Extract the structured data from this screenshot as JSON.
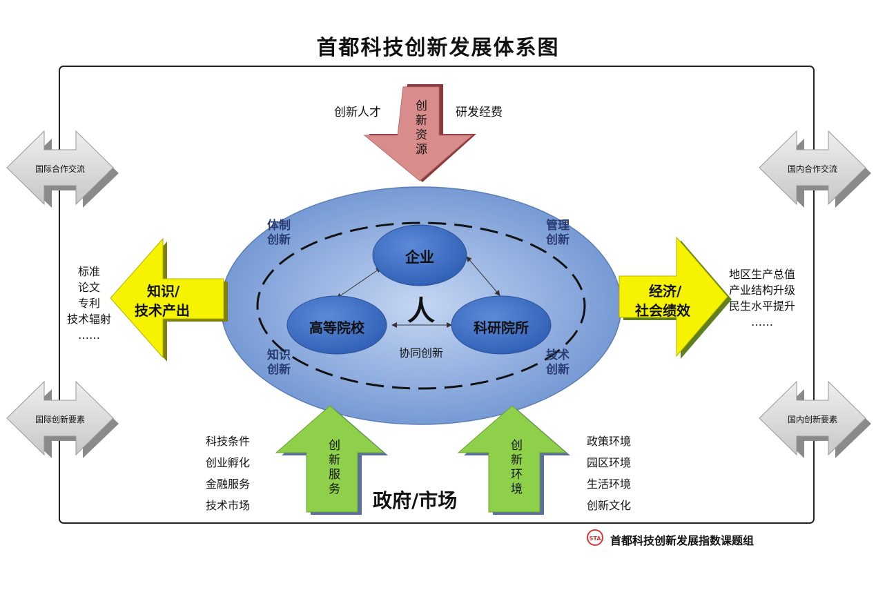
{
  "title": "首都科技创新发展体系图",
  "top_arrow": {
    "label": "创新资源",
    "left": "创新人才",
    "right": "研发经费"
  },
  "left_arrow": {
    "label_1": "知识/",
    "label_2": "技术产出",
    "items": [
      "标准",
      "论文",
      "专利",
      "技术辐射",
      "……"
    ]
  },
  "right_arrow": {
    "label_1": "经济/",
    "label_2": "社会绩效",
    "items": [
      "地区生产总值",
      "产业结构升级",
      "民生水平提升",
      "……"
    ]
  },
  "bottom_left_arrow": {
    "label": "创新服务",
    "items": [
      "科技条件",
      "创业孵化",
      "金融服务",
      "技术市场"
    ]
  },
  "bottom_right_arrow": {
    "label": "创新环境",
    "items": [
      "政策环境",
      "园区环境",
      "生活环境",
      "创新文化"
    ]
  },
  "bottom_center": "政府/市场",
  "ellipse": {
    "corners": {
      "top_left": "体制创新",
      "top_right": "管理创新",
      "bottom_left": "知识创新",
      "bottom_right": "技术创新"
    },
    "nodes": {
      "top": "企业",
      "left": "高等院校",
      "right": "科研院所"
    },
    "center": "人",
    "cooperation": "协同创新"
  },
  "side_arrows": {
    "top_left": "国际合作交流",
    "top_right": "国内合作交流",
    "bottom_left": "国际创新要素",
    "bottom_right": "国内创新要素"
  },
  "footer": {
    "logo_text": "STA",
    "org": "首都科技创新发展指数课题组"
  },
  "colors": {
    "ellipse": "#7ea1d8",
    "node": "#3f6fc4",
    "top_arrow": "#d78a8a",
    "yellow_arrow": "#f5f200",
    "green_arrow": "#8fd04a",
    "gray_arrow": "#d4d4d4",
    "dark_blue_text": "#2a3d73"
  }
}
